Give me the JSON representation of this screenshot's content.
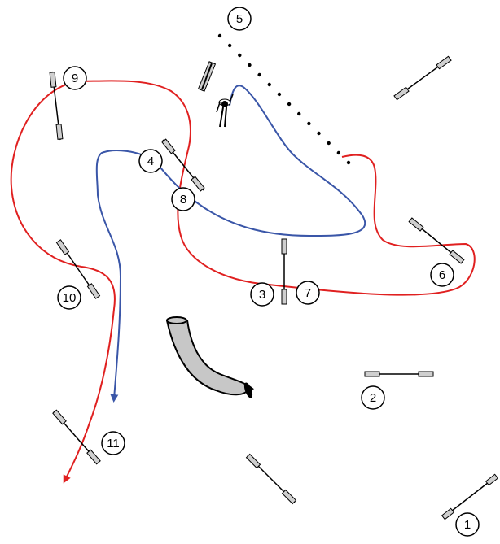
{
  "obstacles": [
    {
      "id": "1",
      "label": "1"
    },
    {
      "id": "2",
      "label": "2"
    },
    {
      "id": "3",
      "label": "3"
    },
    {
      "id": "4",
      "label": "4"
    },
    {
      "id": "5",
      "label": "5"
    },
    {
      "id": "6",
      "label": "6"
    },
    {
      "id": "7",
      "label": "7"
    },
    {
      "id": "8",
      "label": "8"
    },
    {
      "id": "9",
      "label": "9"
    },
    {
      "id": "10",
      "label": "10"
    },
    {
      "id": "11",
      "label": "11"
    },
    {
      "id": "tunnel",
      "label": ""
    }
  ],
  "paths": [
    {
      "id": "red-handler-path",
      "color": "#e02020"
    },
    {
      "id": "blue-handler-path",
      "color": "#3a56a8"
    }
  ],
  "colors": {
    "tunnel_fill": "#c7c7c7",
    "jump_bar": "#000000",
    "wing_fill": "#cfcfcf"
  }
}
